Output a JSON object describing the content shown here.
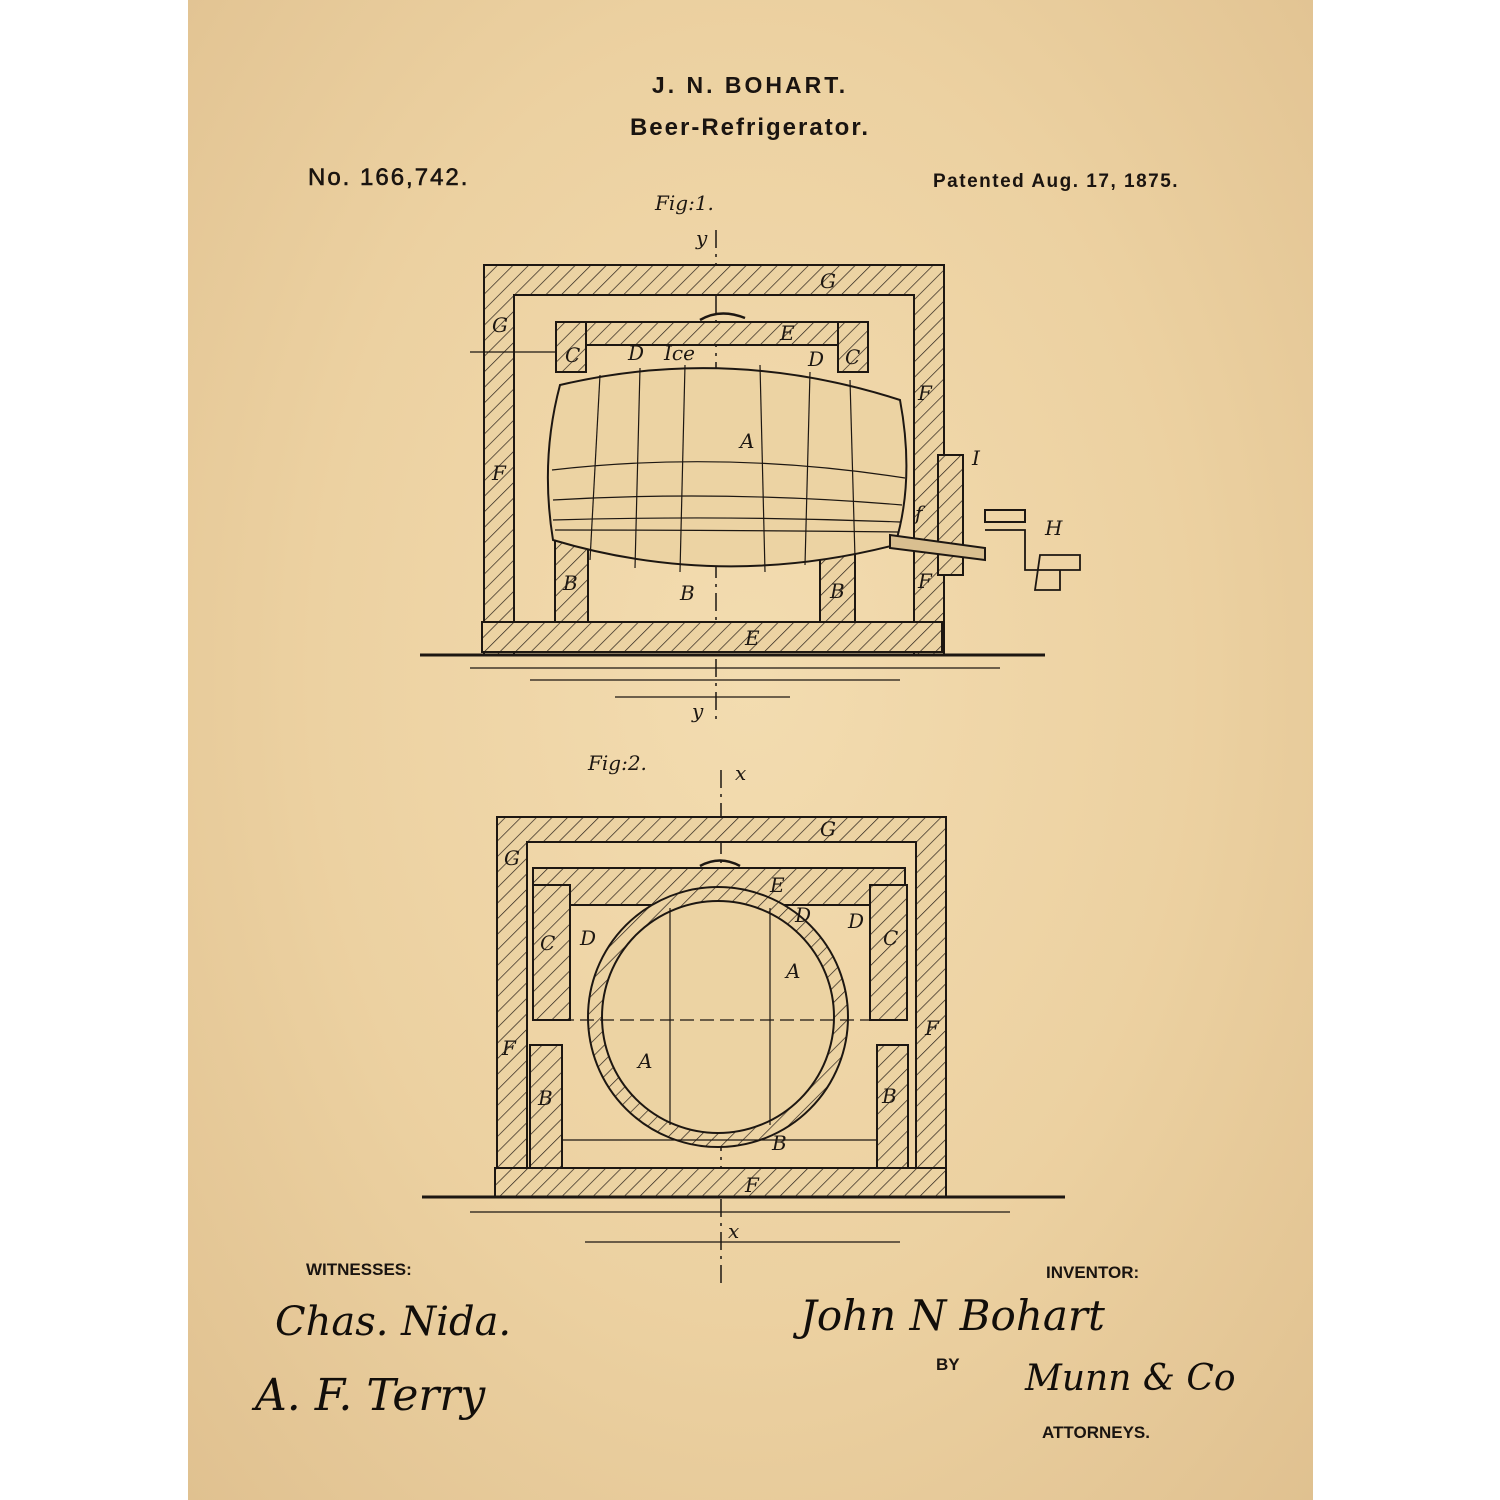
{
  "header": {
    "inventor": "J. N. BOHART.",
    "title": "Beer-Refrigerator.",
    "patent_number": "No. 166,742.",
    "patent_date": "Patented Aug. 17, 1875."
  },
  "figures": {
    "fig1": {
      "caption": "Fig:1.",
      "axis_label": "y",
      "labels": {
        "G_top": "G",
        "G_side": "G",
        "C_left": "C",
        "C_right": "C",
        "D_left": "D",
        "ice": "Ice",
        "D_right": "D",
        "E_lid": "E",
        "F_left": "F",
        "F_right": "F",
        "F_low": "F",
        "A": "A",
        "I": "I",
        "f": "f",
        "H": "H",
        "B_left": "B",
        "B_mid": "B",
        "B_right": "B",
        "E_base": "E"
      }
    },
    "fig2": {
      "caption": "Fig:2.",
      "axis_label": "x",
      "labels": {
        "G_top": "G",
        "G_side": "G",
        "E": "E",
        "D1": "D",
        "D2": "D",
        "C_left": "C",
        "D_left": "D",
        "C_right": "C",
        "A_upper": "A",
        "A_inner": "A",
        "F_left": "F",
        "F_right": "F",
        "B_left": "B",
        "B_right": "B",
        "B_mid": "B",
        "F_base": "F"
      }
    }
  },
  "footer": {
    "witnesses_label": "WITNESSES:",
    "witness1": "Chas. Nida.",
    "witness2": "A. F. Terry",
    "inventor_label": "INVENTOR:",
    "inventor_signature": "John N Bohart",
    "by_label": "BY",
    "attorney_signature": "Munn & Co",
    "attorneys_label": "ATTORNEYS."
  }
}
